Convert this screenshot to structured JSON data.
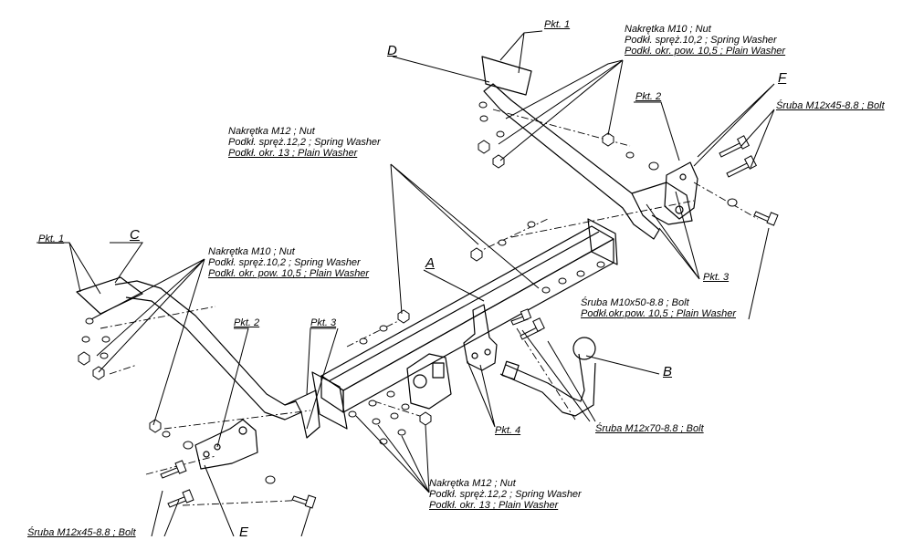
{
  "labels": {
    "nut_m10_top": [
      "Nakrętka M10 ; Nut",
      "Podkł. spręż.10,2 ; Spring Washer",
      "Podkł. okr. pow. 10,5 ; Plain Washer"
    ],
    "nut_m12_top": [
      "Nakrętka M12 ; Nut",
      "Podkł. spręż.12,2 ; Spring Washer",
      "Podkł. okr. 13 ; Plain Washer"
    ],
    "nut_m10_left": [
      "Nakrętka M10 ; Nut",
      "Podkł. spręż.10,2 ; Spring Washer",
      "Podkł. okr. pow. 10,5 ; Plain Washer"
    ],
    "nut_m12_bottom": [
      "Nakrętka M12 ; Nut",
      "Podkł. spręż.12,2 ; Spring Washer",
      "Podkł. okr. 13 ; Plain Washer"
    ],
    "bolt_m10x50": [
      "Śruba M10x50-8.8 ; Bolt",
      "Podkł.okr.pow. 10,5 ; Plain Washer"
    ],
    "bolt_m12x45_right": "Śruba M12x45-8.8 ; Bolt",
    "bolt_m12x70": "Śruba M12x70-8.8 ; Bolt",
    "bolt_m12x45_left": "Śruba M12x45-8.8 ; Bolt",
    "pkt1_top": "Pkt. 1",
    "pkt1_left": "Pkt. 1",
    "pkt2_right": "Pkt. 2",
    "pkt2_left": "Pkt. 2",
    "pkt3_right": "Pkt. 3",
    "pkt3_left": "Pkt. 3",
    "pkt4": "Pkt. 4",
    "part_a": "A",
    "part_b": "B",
    "part_c": "C",
    "part_d": "D",
    "part_e": "E",
    "part_f": "F"
  },
  "colors": {
    "line": "#000000",
    "background": "#ffffff"
  }
}
